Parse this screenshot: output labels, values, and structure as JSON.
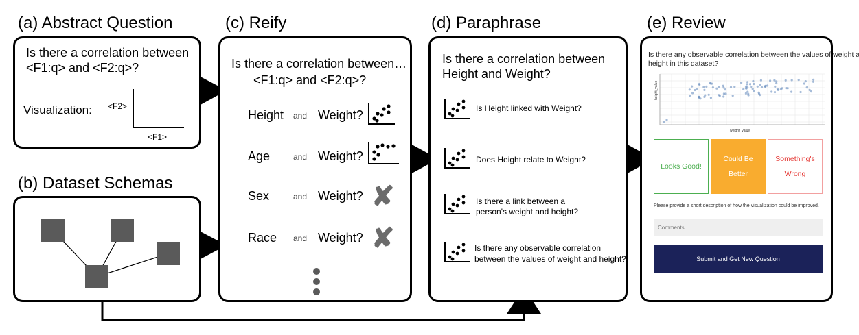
{
  "headings": {
    "a": "(a) Abstract Question",
    "b": "(b) Dataset Schemas",
    "c": "(c) Reify",
    "d": "(d) Paraphrase",
    "e": "(e) Review"
  },
  "panel_a": {
    "question_line1": "Is there a correlation between",
    "question_line2": "<F1:q> and <F2:q>?",
    "vis_label": "Visualization:",
    "y_label": "<F2>",
    "x_label": "<F1>"
  },
  "panel_c": {
    "question_line1": "Is there a correlation between…",
    "question_line2": "<F1:q> and <F2:q>?",
    "rows": [
      {
        "field": "Height",
        "and": "and",
        "second": "Weight?",
        "result": "scatter"
      },
      {
        "field": "Age",
        "and": "and",
        "second": "Weight?",
        "result": "scatter"
      },
      {
        "field": "Sex",
        "and": "and",
        "second": "Weight?",
        "result": "cross",
        "cross": "✘"
      },
      {
        "field": "Race",
        "and": "and",
        "second": "Weight?",
        "result": "cross",
        "cross": "✘"
      }
    ]
  },
  "panel_d": {
    "question_line1": "Is there a correlation between",
    "question_line2": "Height and Weight?",
    "items": [
      {
        "line1": "Is Height linked with Weight?"
      },
      {
        "line1": "Does Height relate to Weight?"
      },
      {
        "line1": "Is there a link between a",
        "line2": "person's weight and height?"
      },
      {
        "line1": "Is there any observable correlation",
        "line2": "between the values of weight and height?"
      }
    ]
  },
  "panel_e": {
    "question_line1": "Is there any observable correlation between the values of weight and",
    "question_line2": "height in this dataset?",
    "chart_ylabel": "height_value",
    "chart_xlabel": "weight_value",
    "buttons": {
      "good": "Looks Good!",
      "better_line1": "Could Be",
      "better_line2": "Better",
      "wrong_line1": "Something's",
      "wrong_line2": "Wrong"
    },
    "prompt": "Please provide a short description of how the visualization could be improved.",
    "comments_placeholder": "Comments",
    "submit": "Submit and Get New Question"
  },
  "colors": {
    "good": "#4caf50",
    "better_bg": "#f9ac2f",
    "wrong": "#e53935",
    "submit_bg": "#1b2259",
    "schema_node": "#5a5a5a",
    "scatter_point": "#6a8fc0"
  },
  "icons": [
    "scatter-plot-icon",
    "cross-icon",
    "vertical-ellipsis-icon"
  ]
}
